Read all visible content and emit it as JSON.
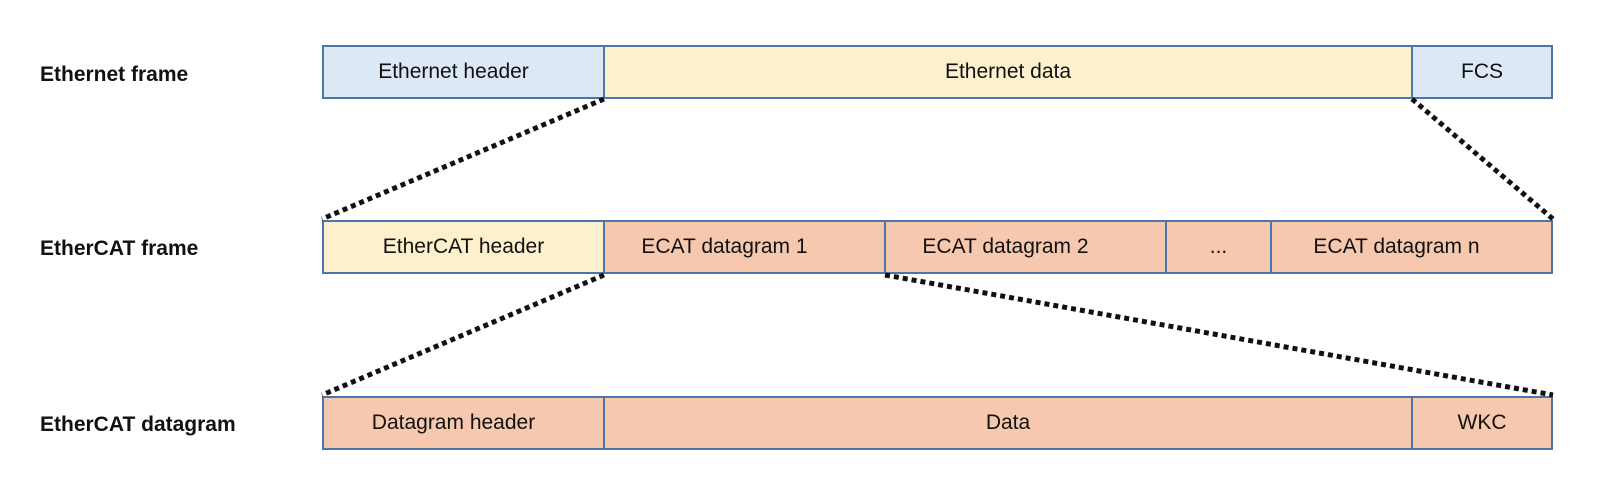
{
  "rows": {
    "ethernet_frame": {
      "label": "Ethernet frame",
      "fields": [
        "Ethernet header",
        "Ethernet data",
        "FCS"
      ]
    },
    "ethercat_frame": {
      "label": "EtherCAT frame",
      "fields": [
        "EtherCAT header",
        "ECAT datagram 1",
        "ECAT datagram 2",
        "...",
        "ECAT datagram n"
      ]
    },
    "ethercat_datagram": {
      "label": "EtherCAT datagram",
      "fields": [
        "Datagram header",
        "Data",
        "WKC"
      ]
    }
  },
  "colors": {
    "border": "#4a76a8",
    "header_blue": "#dde8f5",
    "header_yellow": "#fdf0cc",
    "datagram_salmon": "#f6c8ad",
    "connector": "#111111"
  }
}
